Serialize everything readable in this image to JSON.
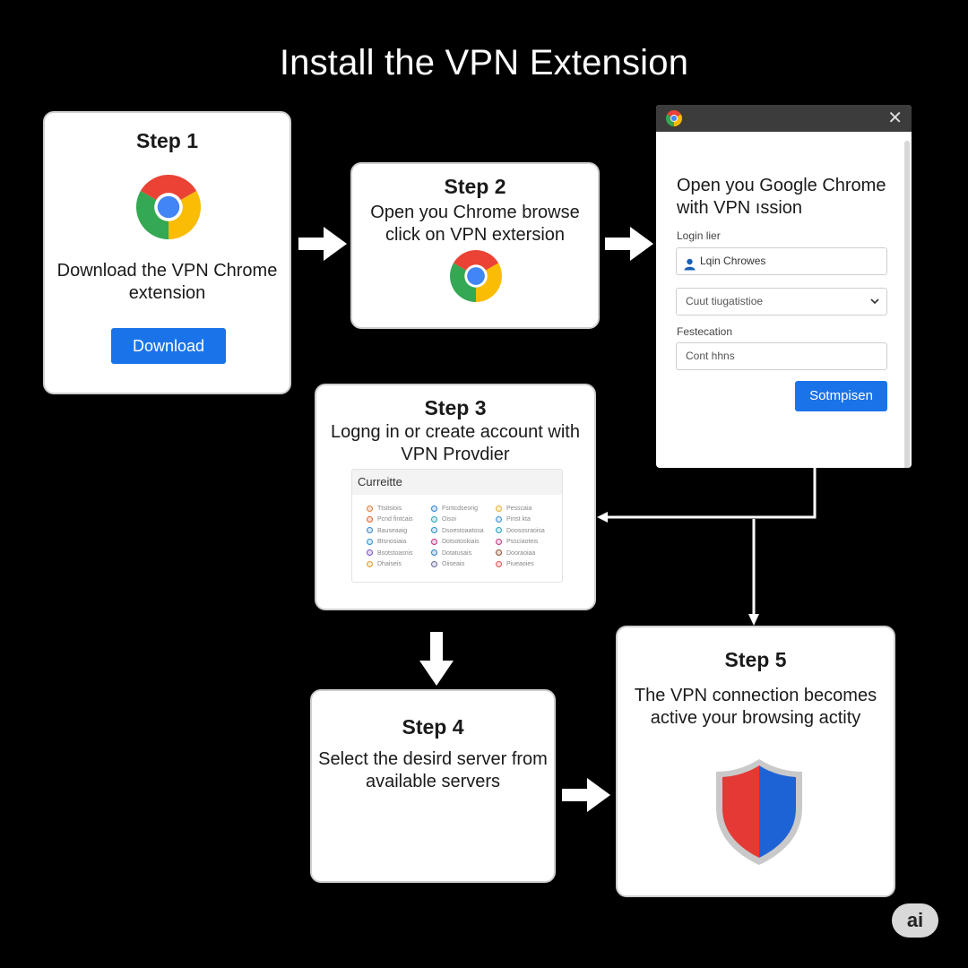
{
  "title": "Install the VPN Extension",
  "steps": {
    "step1": {
      "title": "Step 1",
      "text": "Download the VPN Chrome extension",
      "button": "Download"
    },
    "step2": {
      "title": "Step 2",
      "text": "Open you Chrome browse click on VPN extersion"
    },
    "browser": {
      "heading": "Open you Google Chrome with VPN ıssion",
      "login_label": "Login lier",
      "login_field": "Lqin Chrowes",
      "select_value": "Cuut tiugatistioe",
      "field_label": "Festecation",
      "country_field": "Cont hhns",
      "submit": "Sotmpisen",
      "close_icon": "✕"
    },
    "step3": {
      "title": "Step 3",
      "text": "Logng in or create account with VPN Provdier",
      "list_header": "Curreitte",
      "servers": [
        [
          {
            "label": "Ttsitsiois",
            "color": "#e07b39"
          },
          {
            "label": "Pcnd fintcais",
            "color": "#e0632f"
          },
          {
            "label": "Bauseaaig",
            "color": "#3a87c8"
          },
          {
            "label": "Btsnosiaia",
            "color": "#2f8fd0"
          },
          {
            "label": "Bsotstoasnis",
            "color": "#7a4fc0"
          },
          {
            "label": "Dhaiseis",
            "color": "#e0a030"
          }
        ],
        [
          {
            "label": "Fsntcdseorig",
            "color": "#2a7fd0"
          },
          {
            "label": "Oisoi",
            "color": "#28a0b8"
          },
          {
            "label": "Dsoestoaatosa",
            "color": "#2a90c8"
          },
          {
            "label": "Dotsotoskiais",
            "color": "#c03080"
          },
          {
            "label": "Dotatusais",
            "color": "#2f7ac8"
          },
          {
            "label": "Oiiseaio",
            "color": "#6a6aa0"
          }
        ],
        [
          {
            "label": "Pesscaia",
            "color": "#e0b030"
          },
          {
            "label": "Pinst kta",
            "color": "#3a8fd0"
          },
          {
            "label": "Doososraoisa",
            "color": "#2aa0c0"
          },
          {
            "label": "Pssciaoteis",
            "color": "#c03a80"
          },
          {
            "label": "Dooraoiaa",
            "color": "#8a5030"
          },
          {
            "label": "Piueaoies",
            "color": "#e05050"
          }
        ]
      ]
    },
    "step4": {
      "title": "Step 4",
      "text": "Select the desird server from available servers"
    },
    "step5": {
      "title": "Step 5",
      "text": "The VPN connection becomes active your browsing actity"
    }
  },
  "badge": "ai",
  "colors": {
    "background": "#000000",
    "button_blue": "#1a73e8",
    "arrow": "#ffffff",
    "shield_red": "#e53935",
    "shield_blue": "#1e63d6"
  },
  "icons": [
    "chrome-icon",
    "close-icon",
    "person-icon",
    "chevron-down-icon",
    "shield-icon",
    "arrow-right-icon",
    "arrow-down-icon"
  ]
}
